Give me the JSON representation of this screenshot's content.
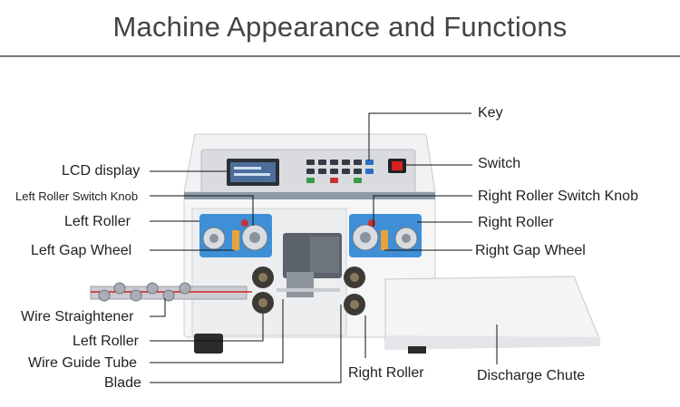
{
  "title": "Machine Appearance and Functions",
  "labels": {
    "lcd_display": "LCD display",
    "left_roller_switch_knob": "Left Roller Switch Knob",
    "left_roller_upper": "Left Roller",
    "left_gap_wheel": "Left Gap Wheel",
    "wire_straightener": "Wire Straightener",
    "left_roller_lower": "Left Roller",
    "wire_guide_tube": "Wire Guide Tube",
    "blade": "Blade",
    "key": "Key",
    "switch": "Switch",
    "right_roller_switch_knob": "Right Roller Switch Knob",
    "right_roller_upper": "Right Roller",
    "right_gap_wheel": "Right Gap Wheel",
    "right_roller_lower": "Right Roller",
    "discharge_chute": "Discharge Chute"
  },
  "colors": {
    "panel_blue": "#3f8fd6",
    "switch_red": "#d62020",
    "line": "#111111"
  }
}
